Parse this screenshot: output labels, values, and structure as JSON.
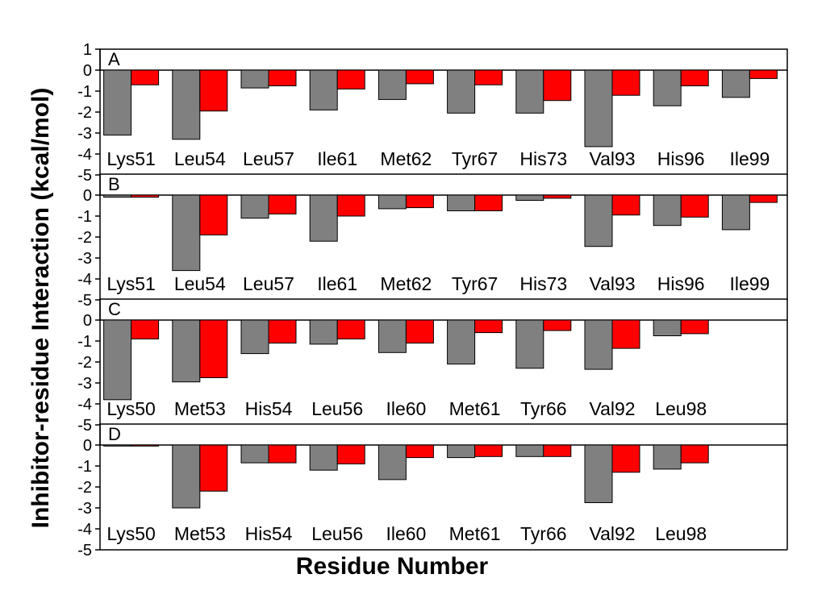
{
  "figure": {
    "ylabel": "Inhibitor-residue Interaction (kcal/mol)",
    "xlabel": "Residue Number"
  },
  "chart_data": [
    {
      "type": "bar",
      "panel": "A",
      "categories": [
        "Lys51",
        "Leu54",
        "Leu57",
        "Ile61",
        "Met62",
        "Tyr67",
        "His73",
        "Val93",
        "His96",
        "Ile99"
      ],
      "series": [
        {
          "color": "#808080",
          "values": [
            -3.1,
            -3.3,
            -0.85,
            -1.9,
            -1.4,
            -2.05,
            -2.05,
            -3.65,
            -1.7,
            -1.3
          ]
        },
        {
          "color": "#ff0000",
          "values": [
            -0.7,
            -1.95,
            -0.75,
            -0.9,
            -0.65,
            -0.7,
            -1.45,
            -1.2,
            -0.75,
            -0.4
          ]
        }
      ],
      "yticks": [
        1,
        0,
        -1,
        -2,
        -3,
        -4,
        -5
      ],
      "ylim": [
        -5,
        1
      ]
    },
    {
      "type": "bar",
      "panel": "B",
      "categories": [
        "Lys51",
        "Leu54",
        "Leu57",
        "Ile61",
        "Met62",
        "Tyr67",
        "His73",
        "Val93",
        "His96",
        "Ile99"
      ],
      "series": [
        {
          "color": "#808080",
          "values": [
            -0.1,
            -3.6,
            -1.1,
            -2.2,
            -0.65,
            -0.75,
            -0.25,
            -2.45,
            -1.45,
            -1.65
          ]
        },
        {
          "color": "#ff0000",
          "values": [
            -0.1,
            -1.9,
            -0.9,
            -1.0,
            -0.6,
            -0.75,
            -0.15,
            -0.95,
            -1.05,
            -0.35
          ]
        }
      ],
      "yticks": [
        0,
        -1,
        -2,
        -3,
        -4,
        -5
      ],
      "ylim": [
        -5,
        1
      ]
    },
    {
      "type": "bar",
      "panel": "C",
      "categories": [
        "Lys50",
        "Met53",
        "His54",
        "Leu56",
        "Ile60",
        "Met61",
        "Tyr66",
        "Val92",
        "Leu98"
      ],
      "series": [
        {
          "color": "#808080",
          "values": [
            -3.8,
            -2.95,
            -1.6,
            -1.15,
            -1.55,
            -2.1,
            -2.3,
            -2.35,
            -0.75
          ]
        },
        {
          "color": "#ff0000",
          "values": [
            -0.9,
            -2.75,
            -1.1,
            -0.9,
            -1.1,
            -0.6,
            -0.5,
            -1.35,
            -0.65
          ]
        }
      ],
      "yticks": [
        0,
        -1,
        -2,
        -3,
        -4,
        -5
      ],
      "ylim": [
        -5,
        1
      ]
    },
    {
      "type": "bar",
      "panel": "D",
      "categories": [
        "Lys50",
        "Met53",
        "His54",
        "Leu56",
        "Ile60",
        "Met61",
        "Tyr66",
        "Val92",
        "Leu98"
      ],
      "series": [
        {
          "color": "#808080",
          "values": [
            -0.05,
            -3.0,
            -0.85,
            -1.2,
            -1.65,
            -0.6,
            -0.55,
            -2.75,
            -1.15
          ]
        },
        {
          "color": "#ff0000",
          "values": [
            -0.05,
            -2.2,
            -0.85,
            -0.9,
            -0.6,
            -0.55,
            -0.55,
            -1.3,
            -0.85
          ]
        }
      ],
      "yticks": [
        0,
        -1,
        -2,
        -3,
        -4,
        -5
      ],
      "ylim": [
        -5,
        1
      ]
    }
  ]
}
